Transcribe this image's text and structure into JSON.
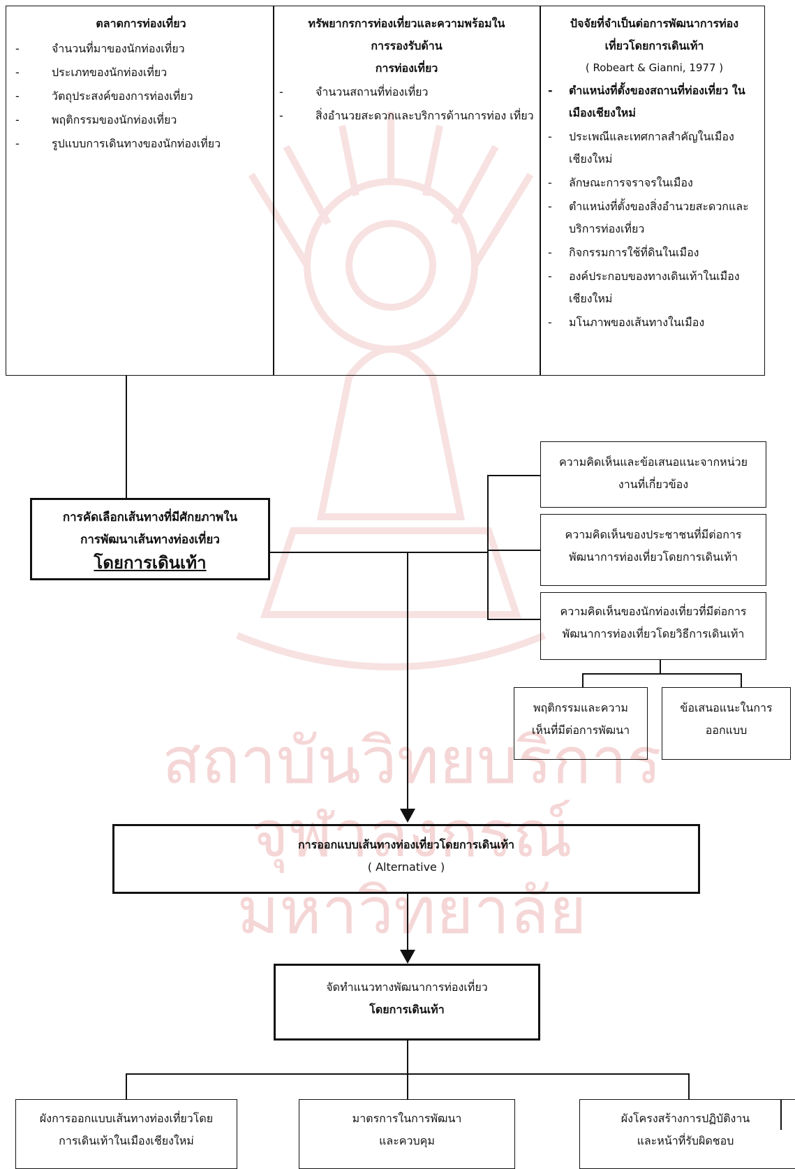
{
  "top": {
    "col1": {
      "heading": "ตลาดการท่องเที่ยว",
      "items": [
        "จำนวนที่มาของนักท่องเที่ยว",
        "ประเภทของนักท่องเที่ยว",
        "วัตถุประสงค์ของการท่องเที่ยว",
        "พฤติกรรมของนักท่องเที่ยว",
        "รูปแบบการเดินทางของนักท่องเที่ยว"
      ]
    },
    "col2": {
      "heading_lines": [
        "ทรัพยากรการท่องเที่ยวและความพร้อมใน",
        "การรองรับด้าน",
        "การท่องเที่ยว"
      ],
      "items": [
        "จำนวนสถานที่ท่องเที่ยว",
        "สิ่งอำนวยสะดวกและบริการด้านการท่อง เที่ยว"
      ]
    },
    "col3": {
      "heading_lines": [
        "ปัจจัยที่จำเป็นต่อการพัฒนาการท่อง",
        "เที่ยวโดยการเดินเท้า"
      ],
      "citation": "( Robeart & Gianni, 1977 )",
      "items_bold": [
        "ตำแหน่งที่ตั้งของสถานที่ท่องเที่ยว ในเมืองเชียงใหม่"
      ],
      "items": [
        "ประเพณีและเทศกาลสำคัญในเมือง เชียงใหม่",
        "ลักษณะการจราจรในเมือง",
        "ตำแหน่งที่ตั้งของสิ่งอำนวยสะดวกและ บริการท่องเที่ยว",
        "กิจกรรมการใช้ที่ดินในเมือง",
        "องค์ประกอบของทางเดินเท้าในเมือง เชียงใหม่",
        "มโนภาพของเส้นทางในเมือง"
      ]
    }
  },
  "selection_box": {
    "line1": "การคัดเลือกเส้นทางที่มีศักยภาพใน",
    "line2": "การพัฒนาเส้นทางท่องเที่ยว",
    "line3": "โดยการเดินเท้า"
  },
  "opinions": [
    {
      "line1": "ความคิดเห็นและข้อเสนอแนะจากหน่วย",
      "line2": "งานที่เกี่ยวข้อง"
    },
    {
      "line1": "ความคิดเห็นของประชาชนที่มีต่อการ",
      "line2": "พัฒนาการท่องเที่ยวโดยการเดินเท้า"
    },
    {
      "line1": "ความคิดเห็นของนักท่องเที่ยวที่มีต่อการ",
      "line2": "พัฒนาการท่องเที่ยวโดยวิธีการเดินเท้า"
    }
  ],
  "sub_opinions": [
    {
      "line1": "พฤติกรรมและความ",
      "line2": "เห็นที่มีต่อการพัฒนา"
    },
    {
      "line1": "ข้อเสนอแนะในการ",
      "line2": "ออกแบบ"
    }
  ],
  "design_box": {
    "line1": "การออกแบบเส้นทางท่องเที่ยวโดยการเดินเท้า",
    "line2": "( Alternative )"
  },
  "guideline_box": {
    "line1": "จัดทำแนวทางพัฒนาการท่องเที่ยว",
    "line2": "โดยการเดินเท้า"
  },
  "outputs": [
    {
      "line1": "ผังการออกแบบเส้นทางท่องเที่ยวโดย",
      "line2": "การเดินเท้าในเมืองเชียงใหม่"
    },
    {
      "line1": "มาตรการในการพัฒนา",
      "line2": "และควบคุม"
    },
    {
      "line1": "ผังโครงสร้างการปฏิบัติงาน",
      "line2": "และหน้าที่รับผิดชอบ"
    }
  ],
  "watermark": {
    "line1": "สถาบันวิทยบริการ",
    "line2": "จุฬาลงกรณ์มหาวิทยาลัย",
    "color": "#f2c6c6"
  }
}
